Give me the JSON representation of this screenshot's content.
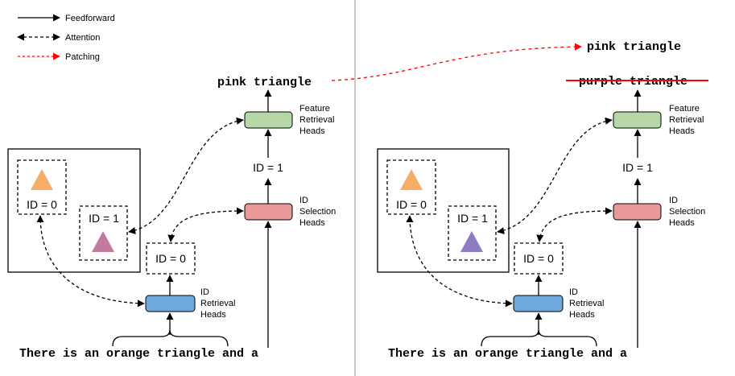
{
  "legend": {
    "feedforward": "Feedforward",
    "attention": "Attention",
    "patching": "Patching"
  },
  "left_panel": {
    "output_text": "pink triangle",
    "feature_head_label": [
      "Feature",
      "Retrieval",
      "Heads"
    ],
    "id_value_top": "ID = 1",
    "selection_head_label": [
      "ID",
      "Selection",
      "Heads"
    ],
    "retrieval_head_label": [
      "ID",
      "Retrieval",
      "Heads"
    ],
    "id_value_middle": "ID = 0",
    "object_a_id": "ID = 0",
    "object_b_id": "ID = 1",
    "object_a_color": "#f7ad6a",
    "object_b_color": "#c27ba0",
    "input_text": "There is an orange triangle and a"
  },
  "right_panel": {
    "output_text": "pink triangle",
    "struck_text": "purple triangle",
    "feature_head_label": [
      "Feature",
      "Retrieval",
      "Heads"
    ],
    "id_value_top": "ID = 1",
    "selection_head_label": [
      "ID",
      "Selection",
      "Heads"
    ],
    "retrieval_head_label": [
      "ID",
      "Retrieval",
      "Heads"
    ],
    "id_value_middle": "ID = 0",
    "object_a_id": "ID = 0",
    "object_b_id": "ID = 1",
    "object_a_color": "#f7ad6a",
    "object_b_color": "#8e7cc3",
    "input_text": "There is an orange triangle and a"
  },
  "colors": {
    "feature_heads": "#b6d7a8",
    "selection_heads": "#ea9999",
    "retrieval_heads": "#6fa8dc",
    "patching": "#ff0000",
    "divider": "#b7b7b7"
  }
}
